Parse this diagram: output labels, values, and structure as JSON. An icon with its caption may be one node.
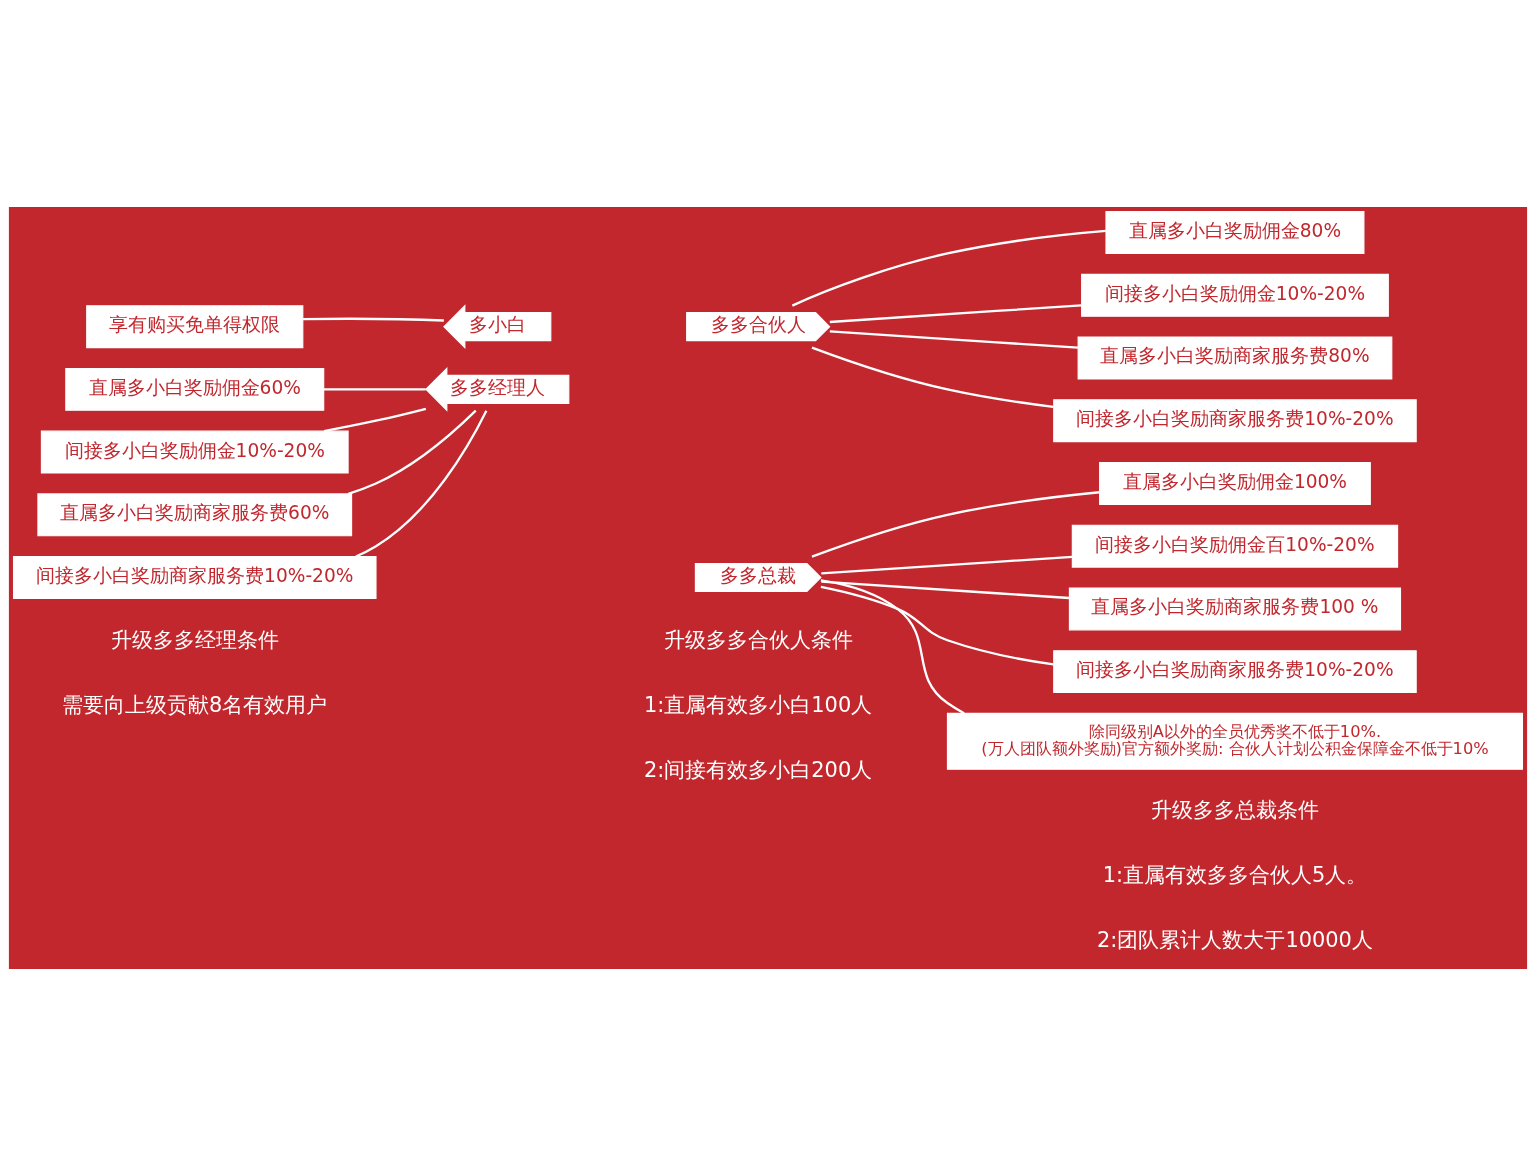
{
  "diagram": {
    "nodes": [
      {
        "text": [
          "享有购买免单得权限"
        ]
      },
      {
        "text": [
          "多小白"
        ]
      },
      {
        "text": [
          "多多合伙人"
        ]
      },
      {
        "text": [
          "直属多小白奖励佣金80%"
        ]
      },
      {
        "text": [
          "间接多小白奖励佣金10%-20%"
        ]
      },
      {
        "text": [
          "直属多小白奖励商家服务费80%"
        ]
      },
      {
        "text": [
          "间接多小白奖励商家服务费10%-20%"
        ]
      },
      {
        "text": [
          "直属多小白奖励佣金60%"
        ]
      },
      {
        "text": [
          "间接多小白奖励佣金10%-20%"
        ]
      },
      {
        "text": [
          "直属多小白奖励商家服务费60%"
        ]
      },
      {
        "text": [
          "间接多小白奖励商家服务费10%-20%"
        ]
      },
      {
        "text": [
          "多多经理人"
        ]
      },
      {
        "text": [
          "多多总裁"
        ]
      },
      {
        "text": [
          "直属多小白奖励佣金100%"
        ]
      },
      {
        "text": [
          "间接多小白奖励佣金百10%-20%"
        ]
      },
      {
        "text": [
          "直属多小白奖励商家服务费100 %"
        ]
      },
      {
        "text": [
          "间接多小白奖励商家服务费10%-20%"
        ]
      },
      {
        "text": [
          "除同级别A以外的全员优秀奖不低于10%.",
          "(万人团队额外奖励)官方额外奖励: 合伙人计划公积金保障金不低于10%"
        ]
      }
    ],
    "edges": [
      {
        "from": 1,
        "to": 0,
        "arrow": "none"
      },
      {
        "from": 2,
        "to": 3,
        "arrow": "none"
      },
      {
        "from": 2,
        "to": 4,
        "arrow": "none"
      },
      {
        "from": 2,
        "to": 5,
        "arrow": "none"
      },
      {
        "from": 2,
        "to": 6,
        "arrow": "none"
      },
      {
        "from": 11,
        "to": 7,
        "arrow": "none"
      },
      {
        "from": 11,
        "to": 8,
        "arrow": "none"
      },
      {
        "from": 11,
        "to": 9,
        "arrow": "none"
      },
      {
        "from": 11,
        "to": 10,
        "arrow": "none"
      },
      {
        "from": 12,
        "to": 13,
        "arrow": "none"
      },
      {
        "from": 12,
        "to": 14,
        "arrow": "none"
      },
      {
        "from": 12,
        "to": 15,
        "arrow": "none"
      },
      {
        "from": 12,
        "to": 16,
        "arrow": "none"
      },
      {
        "from": 12,
        "to": 17,
        "arrow": "none"
      }
    ],
    "labels": [
      "升级多多经理条件",
      "需要向上级贡献8名有效用户",
      "升级多多合伙人条件",
      "1:直属有效多小白100人",
      "2:间接有效多小白200人",
      "升级多多总裁条件",
      "1:直属有效多多合伙人5人。",
      "2:团队累计人数大于10000人"
    ]
  }
}
